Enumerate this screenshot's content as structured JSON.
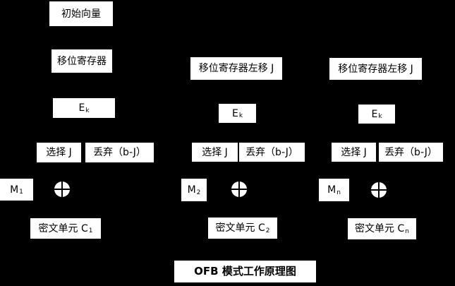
{
  "colors": {
    "background": "#000000",
    "box_fill": "#ffffff",
    "text": "#000000"
  },
  "icons": {
    "xor": "⊕"
  },
  "title": {
    "label": "OFB 模式工作原理图"
  },
  "columns": [
    {
      "initial_vector": "初始向量",
      "shift_register": "移位寄存器",
      "encrypt_main": "E",
      "encrypt_sub": "k",
      "select_label": "选择 J",
      "discard_label": "丢弃（b-J）",
      "message_main": "M",
      "message_sub": "1",
      "ciphertext_main": "密文单元 C",
      "ciphertext_sub": "1"
    },
    {
      "shift_register": "移位寄存器左移 J",
      "encrypt_main": "E",
      "encrypt_sub": "k",
      "select_label": "选择 J",
      "discard_label": "丢弃（b-J）",
      "message_main": "M",
      "message_sub": "2",
      "ciphertext_main": "密文单元 C",
      "ciphertext_sub": "2"
    },
    {
      "shift_register": "移位寄存器左移 J",
      "encrypt_main": "E",
      "encrypt_sub": "k",
      "select_label": "选择 J",
      "discard_label": "丢弃（b-J）",
      "message_main": "M",
      "message_sub": "n",
      "ciphertext_main": "密文单元 C",
      "ciphertext_sub": "n"
    }
  ]
}
